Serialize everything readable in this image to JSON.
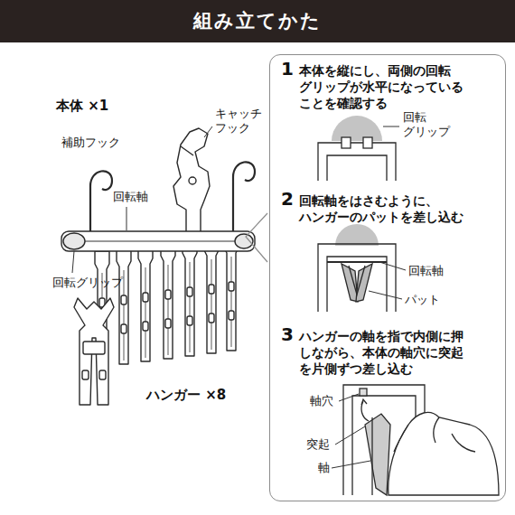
{
  "diagram": {
    "title": "組み立てかた",
    "nodes": [
      {
        "text": [
          "1",
          "本体を縦にし、両側の回転 グリップが水平になっている ことを確認する",
          "2",
          "回転軸をはさむように、 ハンガーのパットを差し込む",
          "3",
          "ハンガーの軸を指で内側に押 しながら、本体の軸穴に突起 を片側ずつ差し込む"
        ]
      }
    ],
    "labels": [
      "本体 ×1",
      "補助フック",
      "回転軸",
      "キャッチ フック",
      "回転グリップ",
      "ハンガー ×8",
      "回転 グリップ",
      "回転軸",
      "パット",
      "軸穴",
      "突起",
      "軸"
    ]
  }
}
